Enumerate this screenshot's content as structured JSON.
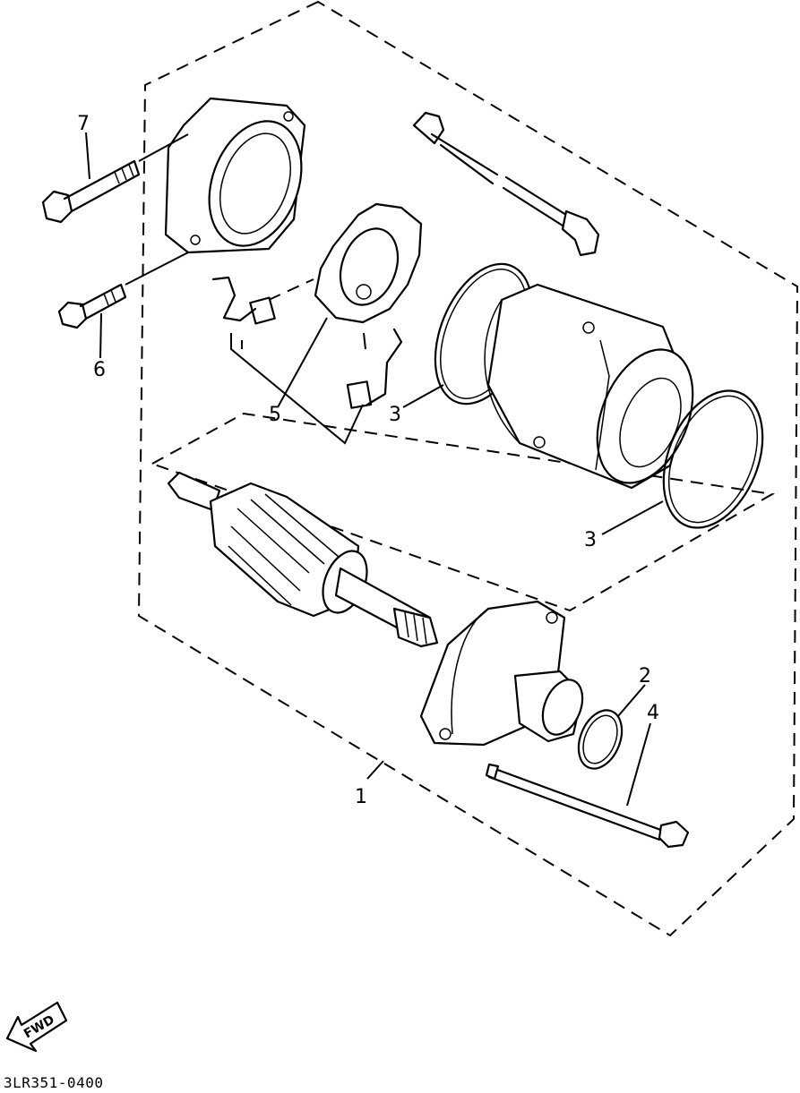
{
  "callouts": {
    "p1": "1",
    "p2": "2",
    "p3a": "3",
    "p3b": "3",
    "p4": "4",
    "p5": "5",
    "p6": "6",
    "p7": "7"
  },
  "fwd_label": "FWD",
  "drawing_number": "3LR351-0400"
}
